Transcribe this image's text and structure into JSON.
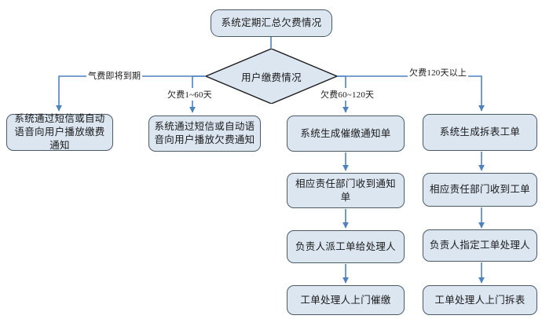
{
  "diagram": {
    "type": "flowchart",
    "title_node": {
      "id": "start",
      "label": "系统定期汇总欠费情况",
      "shape": "rounded-rect"
    },
    "decision": {
      "id": "decision",
      "label": "用户缴费情况",
      "shape": "diamond"
    },
    "edge_labels": [
      {
        "id": "branch-1",
        "label": "气费即将到期"
      },
      {
        "id": "branch-2",
        "label": "欠费1~60天"
      },
      {
        "id": "branch-3",
        "label": "欠费60~120天"
      },
      {
        "id": "branch-4",
        "label": "欠费120天以上"
      }
    ],
    "columns": [
      {
        "id": "col-1",
        "nodes": [
          {
            "id": "c1n1",
            "label": "系统通过短信或自动语音向用户播放缴费通知"
          }
        ]
      },
      {
        "id": "col-2",
        "nodes": [
          {
            "id": "c2n1",
            "label": "系统通过短信或自动语音向用户播放欠费通知"
          }
        ]
      },
      {
        "id": "col-3",
        "nodes": [
          {
            "id": "c3n1",
            "label": "系统生成催缴通知单"
          },
          {
            "id": "c3n2",
            "label": "相应责任部门收到通知单"
          },
          {
            "id": "c3n3",
            "label": "负责人派工单给处理人"
          },
          {
            "id": "c3n4",
            "label": "工单处理人上门催缴"
          }
        ]
      },
      {
        "id": "col-4",
        "nodes": [
          {
            "id": "c4n1",
            "label": "系统生成拆表工单"
          },
          {
            "id": "c4n2",
            "label": "相应责任部门收到工单"
          },
          {
            "id": "c4n3",
            "label": "负责人指定工单处理人"
          },
          {
            "id": "c4n4",
            "label": "工单处理人上门拆表"
          }
        ]
      }
    ],
    "colors": {
      "node_fill": "#dce6f1",
      "node_border": "#4c5a66",
      "connector": "#4f81bd",
      "decision_border": "#1a1a1a",
      "text": "#1a1a1a",
      "background": "#ffffff"
    }
  }
}
